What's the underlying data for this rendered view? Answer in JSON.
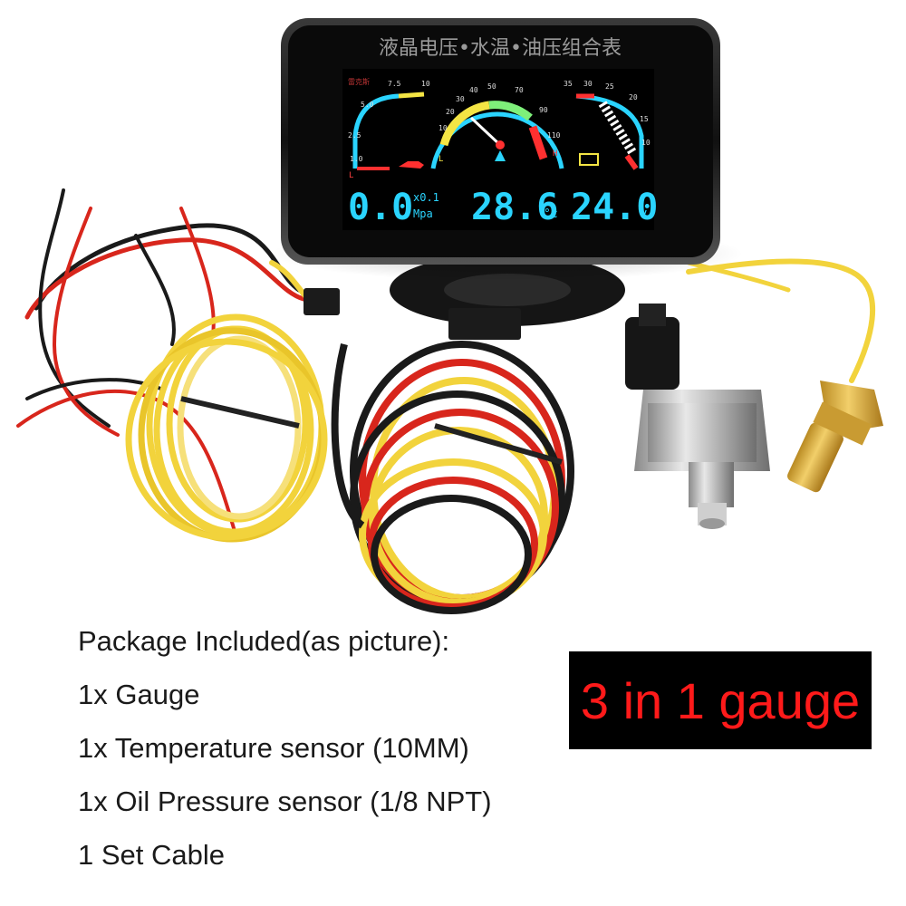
{
  "gauge": {
    "header_text": "液晶电压•水温•油压组合表",
    "brand_mark": "雷克斯",
    "oil_pressure": {
      "value": "0.0",
      "unit_top": "x0.1",
      "unit_bottom": "Mpa",
      "ticks": [
        "1.0",
        "2.5",
        "5.0",
        "7.5",
        "10"
      ],
      "low_label": "L"
    },
    "water_temp": {
      "value": "28.6",
      "unit": "°c",
      "ticks": [
        "10",
        "20",
        "30",
        "40",
        "50",
        "70",
        "90",
        "110"
      ],
      "low_label": "L",
      "high_label": "H"
    },
    "voltage": {
      "value": "24.0",
      "unit": "v",
      "ticks": [
        "35",
        "30",
        "25",
        "20",
        "15",
        "10"
      ]
    }
  },
  "package": {
    "heading": "Package Included(as picture):",
    "items": [
      "1x Gauge",
      "1x Temperature sensor (10MM)",
      "1x Oil Pressure sensor (1/8 NPT)",
      "1 Set Cable"
    ]
  },
  "badge": {
    "label": "3 in 1 gauge"
  },
  "colors": {
    "badge_bg": "#000000",
    "badge_text": "#ff1a1a",
    "lcd_cyan": "#2ad4ff",
    "wire_yellow": "#f2d33c",
    "wire_red": "#d8261c"
  }
}
